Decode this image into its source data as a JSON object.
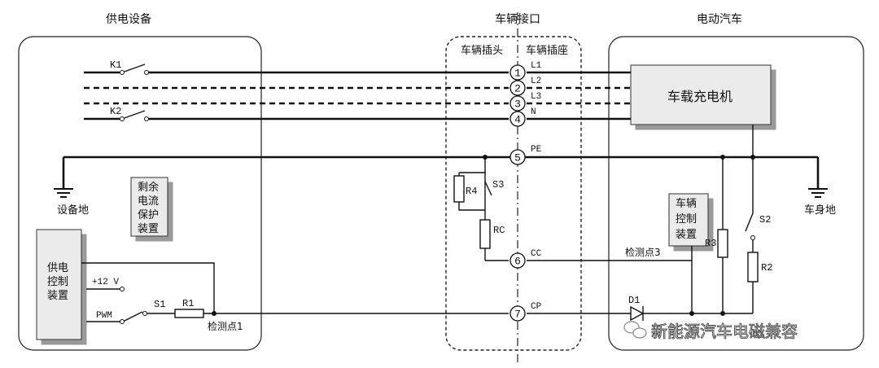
{
  "sections": {
    "supply": "供电设备",
    "interface": "车辆接口",
    "vehicle": "电动汽车"
  },
  "interface_sub": {
    "plug": "车辆插头",
    "socket": "车辆插座"
  },
  "pins": [
    "1",
    "2",
    "3",
    "4",
    "5",
    "6",
    "7"
  ],
  "pin_labels": {
    "l1": "L1",
    "l2": "L2",
    "l3": "L3",
    "n": "N",
    "pe": "PE",
    "cc": "CC",
    "cp": "CP"
  },
  "switches": {
    "k1": "K1",
    "k2": "K2",
    "s1": "S1",
    "s2": "S2",
    "s3": "S3"
  },
  "components": {
    "r1": "R1",
    "r2": "R2",
    "r3": "R3",
    "r4": "R4",
    "rc": "RC",
    "d1": "D1"
  },
  "boxes": {
    "charger": "车载充电机",
    "rcd": [
      "剩余",
      "电流",
      "保护",
      "装置"
    ],
    "supply_ctrl": [
      "供电",
      "控制",
      "装置"
    ],
    "vehicle_ctrl": [
      "车辆",
      "控制",
      "装置"
    ]
  },
  "grounds": {
    "equipment": "设备地",
    "body": "车身地"
  },
  "signals": {
    "v12": "+12 V",
    "pwm": "PWM"
  },
  "test_points": {
    "tp1": "检测点1",
    "tp3": "检测点3"
  },
  "watermark": "新能源汽车电磁兼容"
}
